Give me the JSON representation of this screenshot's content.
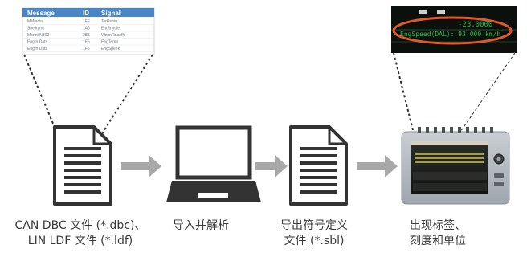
{
  "table": {
    "headers": [
      "Message",
      "ID",
      "Signal"
    ],
    "rows": [
      [
        "MMtacia",
        "1FF",
        "TorRenin"
      ],
      [
        "Snelkyrnt",
        "1A0",
        "EntRnyuie"
      ],
      [
        "MonnlrN302",
        "2B6",
        "VfnnnRnaeffc"
      ],
      [
        "Engrn Dats",
        "1F6",
        "EngTemp"
      ],
      [
        "Engrn Dats",
        "1F6",
        "EngSpeek"
      ]
    ]
  },
  "display": {
    "line1": "-23.0000",
    "line2": "EngSpeed(DAL):   93.000 km/h"
  },
  "steps": [
    {
      "lines": [
        "CAN DBC 文件 (*.dbc)、",
        "LIN LDF 文件 (*.ldf)"
      ]
    },
    {
      "lines": [
        "导入并解析"
      ]
    },
    {
      "lines": [
        "导出符号定义",
        "文件 (*.sbl)"
      ]
    },
    {
      "lines": [
        "出现标签、",
        "刻度和单位"
      ]
    }
  ],
  "colors": {
    "header_blue": "#4a86c5",
    "arrow_gray": "#a8a8a8",
    "icon_dark": "#333333",
    "oval_orange": "#e0592a",
    "display_green": "#19c94a"
  }
}
